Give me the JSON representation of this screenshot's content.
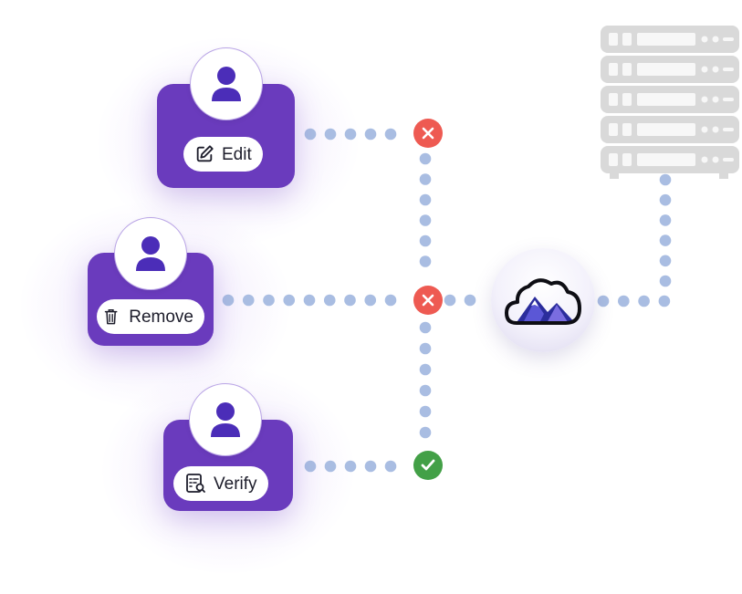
{
  "users": [
    {
      "action": "Edit",
      "action_icon": "edit-icon",
      "status": "denied"
    },
    {
      "action": "Remove",
      "action_icon": "trash-icon",
      "status": "denied"
    },
    {
      "action": "Verify",
      "action_icon": "document-search-icon",
      "status": "approved"
    }
  ],
  "hub": {
    "icon": "cloud-mountain-icon"
  },
  "server": {
    "icon": "server-rack-icon",
    "units": 5
  },
  "colors": {
    "card": "#6a3bbd",
    "avatar_icon": "#4b2db8",
    "dots": "#a9bde2",
    "denied": "#ee5a52",
    "approved": "#43a047",
    "server": "#d9d9d9"
  }
}
